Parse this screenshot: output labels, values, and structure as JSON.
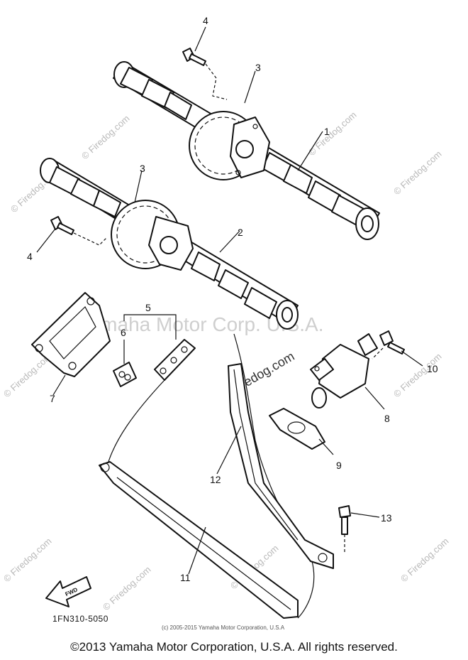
{
  "watermarks": {
    "firedog_small": "© Firedog.com",
    "firedog_main": "Firedog.com",
    "yamaha_big": "Yamaha Motor Corp. U.S.A."
  },
  "callouts": [
    "1",
    "2",
    "3",
    "3",
    "4",
    "4",
    "5",
    "6",
    "7",
    "8",
    "9",
    "10",
    "11",
    "12",
    "13"
  ],
  "part_code": "1FN310-5050",
  "fwd_label": "FWD",
  "diagram_copyright": "(c) 2005-2015 Yamaha Motor Corporation, U.S.A",
  "footer": "©2013 Yamaha Motor Corporation, U.S.A. All rights reserved."
}
